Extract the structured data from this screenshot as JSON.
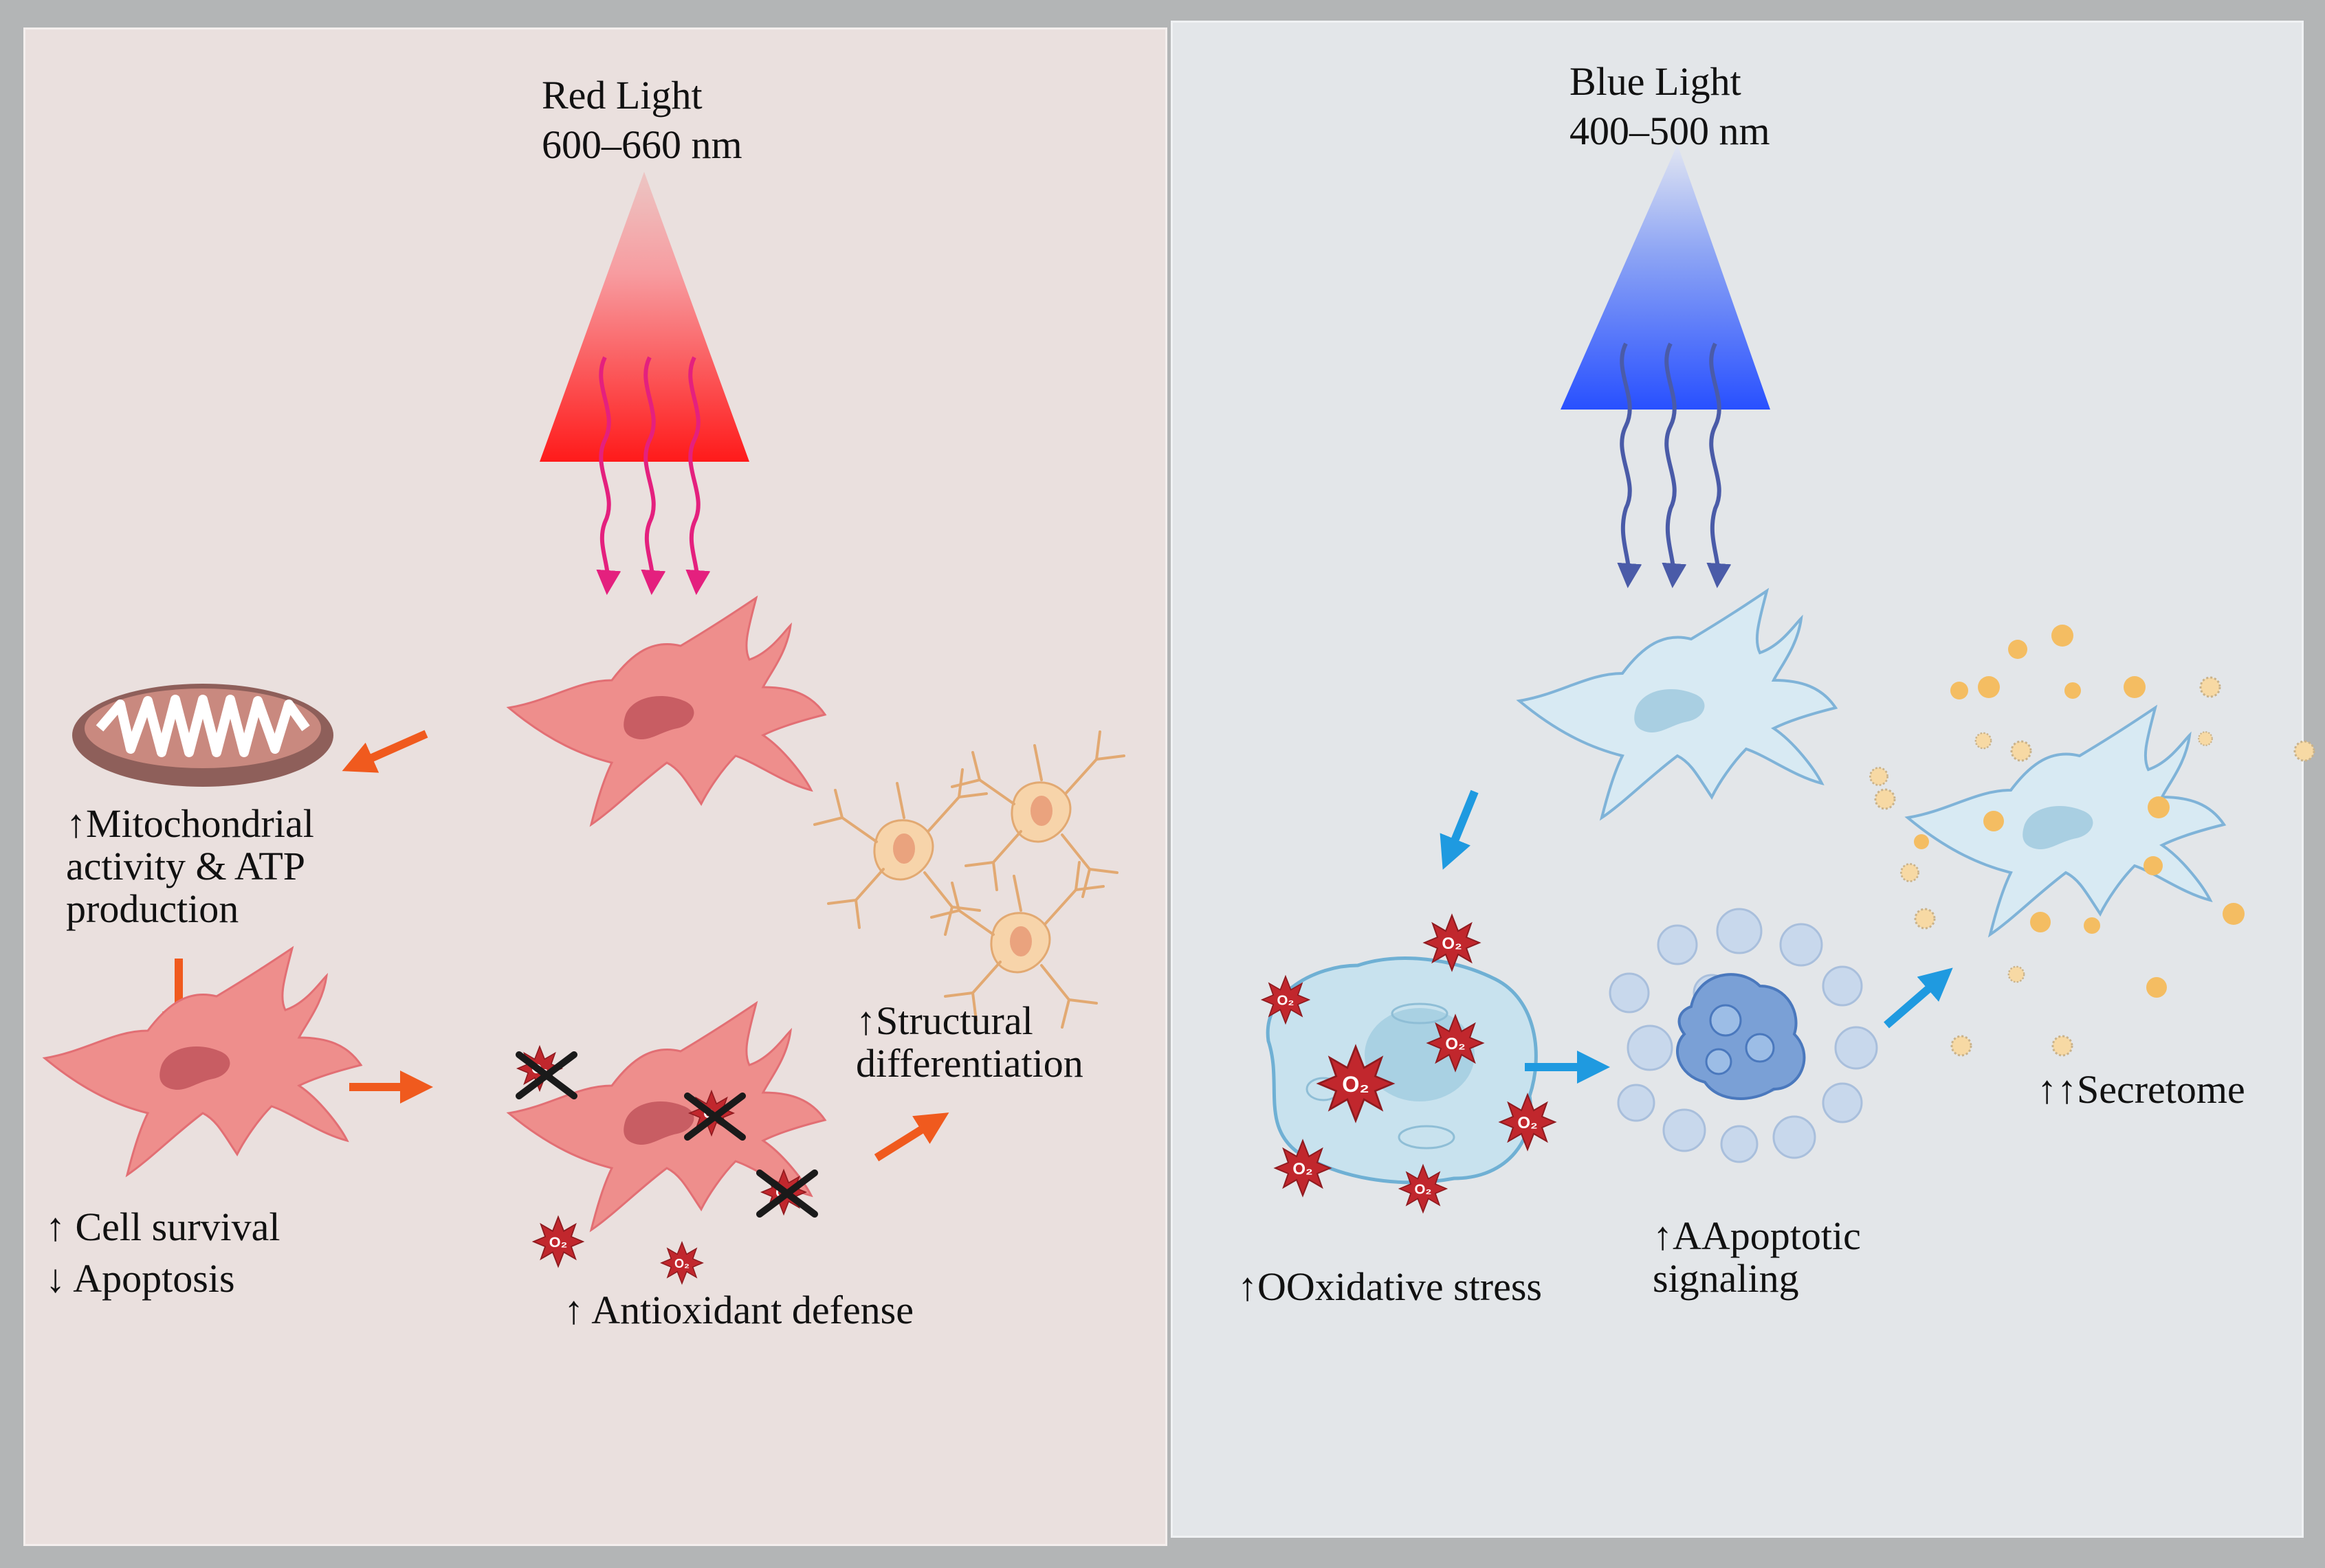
{
  "red_panel": {
    "light_title": "Red Light",
    "light_range": "600–660 nm",
    "colors": {
      "light_top": "#ecc6c4",
      "light_bottom": "#ff1a1a",
      "rays": "#e4207e",
      "cell": "#ee8e8c",
      "arrow": "#f05a1e"
    },
    "mito_label": [
      "↑Mitochondrial",
      "activity & ATP",
      "production"
    ],
    "survival_label": [
      "↑ Cell survival",
      "↓ Apoptosis"
    ],
    "antioxidant_label": "↑ Antioxidant defense",
    "structural_label": [
      "↑Structural",
      "differentiation"
    ],
    "icons": [
      "mitochondrion-icon",
      "ros-o2-icon",
      "cross-icon",
      "neuron-icon"
    ]
  },
  "blue_panel": {
    "light_title": "Blue Light",
    "light_range": "400–500 nm",
    "colors": {
      "light_top": "#e2e6f2",
      "light_bottom": "#2850ff",
      "rays": "#4a5ba8",
      "cell": "#d8eaf3",
      "arrow": "#1f9ae0",
      "particles": "#f4bd62"
    },
    "oxidative_label": "↑OOxidative stress",
    "apoptotic_label": [
      "↑AApoptotic",
      "signaling"
    ],
    "secretome_label": "↑↑Secretome",
    "icons": [
      "ros-o2-icon",
      "apoptotic-cell-icon",
      "vesicle-icon"
    ]
  },
  "ros_text": "O₂"
}
